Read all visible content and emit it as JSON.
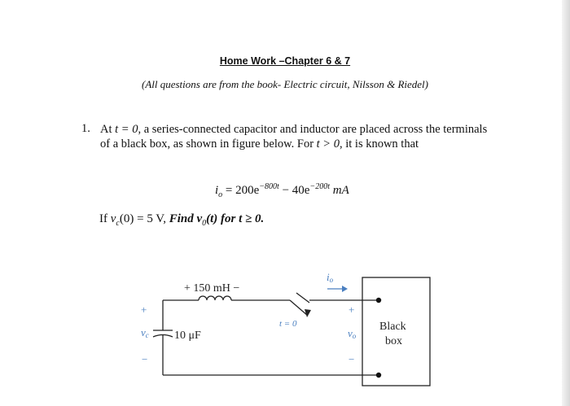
{
  "header": {
    "title": "Home Work –Chapter 6 & 7",
    "subtitle": "(All questions are from the book- Electric circuit, Nilsson & Riedel)"
  },
  "question": {
    "number": "1.",
    "text_a": "At ",
    "text_t0": "t = 0",
    "text_b": ", a series-connected capacitor and inductor are placed across the terminals of a black box, as shown in figure below. For ",
    "text_t1": "t > 0",
    "text_c": ", it is known that",
    "eq_lhs": "i",
    "eq_lhs_sub": "o",
    "eq_eq": " = 200e",
    "eq_exp1": "−800t",
    "eq_mid": " − 40e",
    "eq_exp2": "−200t",
    "eq_unit": " mA",
    "cond_if": "If ",
    "cond_expr": "v",
    "cond_sub": "c",
    "cond_rest": "(0) = 5 V, ",
    "cond_find": "Find v",
    "cond_find_sub": "0",
    "cond_tail": "(t) for t ≥ 0."
  },
  "circuit": {
    "inductor_label": "+ 150 mH −",
    "capacitor_label": "10 μF",
    "vc_label": "v",
    "vc_sub": "c",
    "plus_left": "+",
    "minus_left": "−",
    "switch_label": "t = 0",
    "current_label": "i",
    "current_sub": "o",
    "vo_label": "v",
    "vo_sub": "o",
    "plus_right": "+",
    "minus_right": "−",
    "box_line1": "Black",
    "box_line2": "box",
    "accent_color": "#4a7fc0"
  }
}
